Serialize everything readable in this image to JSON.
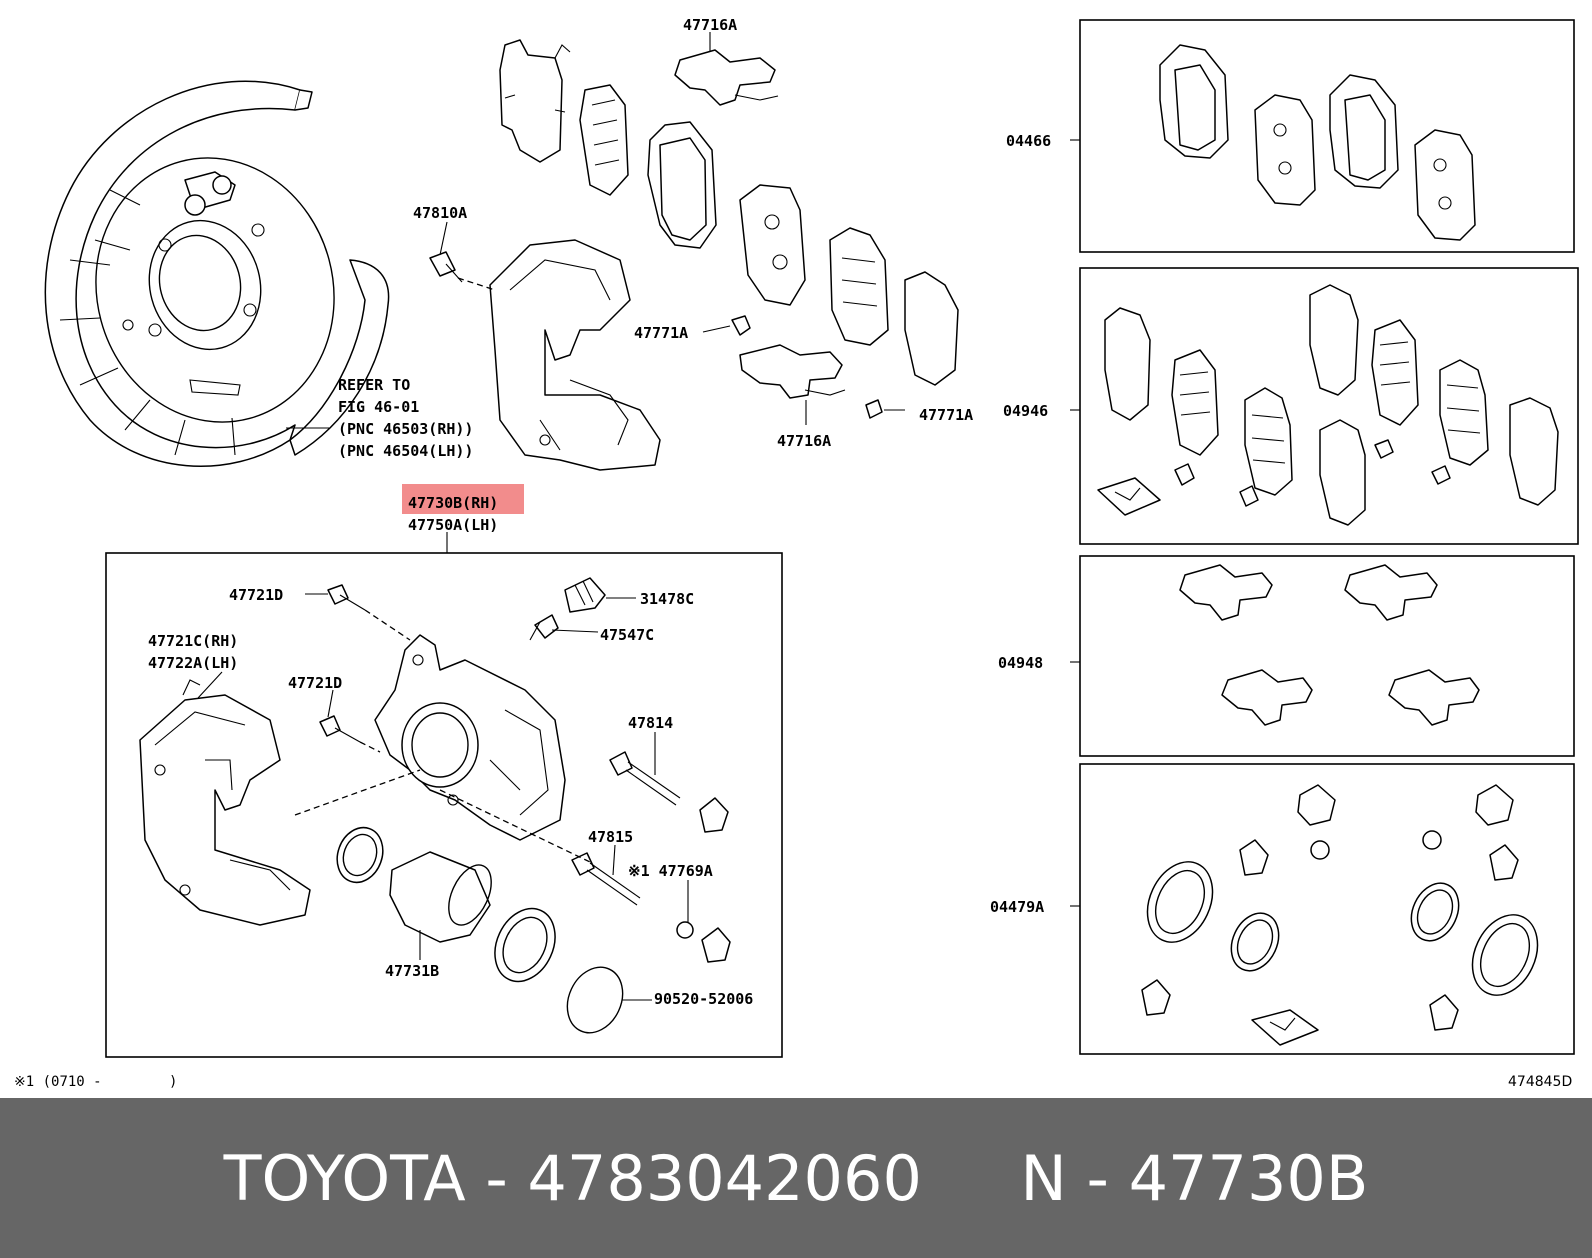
{
  "labels": {
    "p47716a_top": "47716A",
    "p47810a": "47810A",
    "p47771a_left": "47771A",
    "p47771a_right": "47771A",
    "p47716a_mid": "47716A",
    "refer_1": "REFER TO",
    "refer_2": "FIG 46-01",
    "refer_3": "(PNC 46503(RH))",
    "refer_4": "(PNC 46504(LH))",
    "p47730b": "47730B(RH)",
    "p47750a": "47750A(LH)",
    "p47721d_top": "47721D",
    "p31478c": "31478C",
    "p47547c": "47547C",
    "p47721c": "47721C(RH)",
    "p47722a": "47722A(LH)",
    "p47721d_mid": "47721D",
    "p47814": "47814",
    "p47815": "47815",
    "p47769a": "※1 47769A",
    "p47731b": "47731B",
    "p90520": "90520-52006",
    "p04466": "04466",
    "p04946": "04946",
    "p04948": "04948",
    "p04479a": "04479A",
    "note": "※1 (0710 -        )",
    "figure_id": "474845D"
  },
  "highlight_color": "#f28c8c",
  "footer": {
    "text": "TOYOTA - 4783042060     N - 47730B",
    "background": "#666666",
    "color": "#ffffff"
  }
}
